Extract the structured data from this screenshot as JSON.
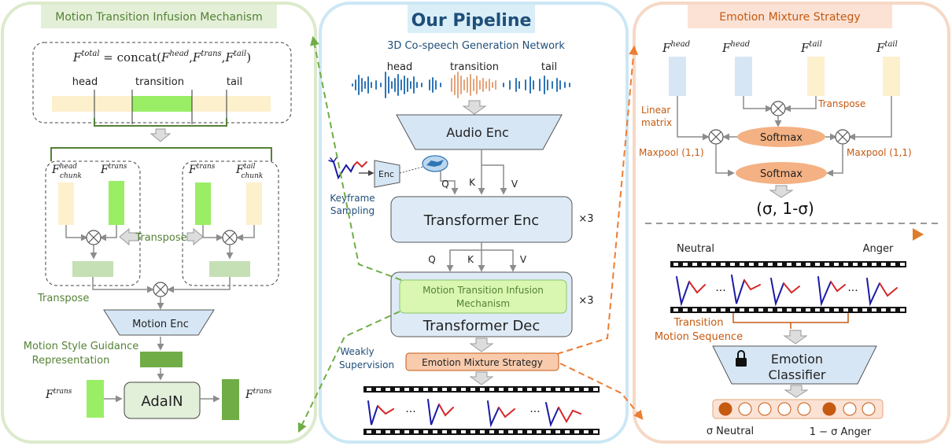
{
  "left_panel": {
    "title": "Motion Transition Infusion Mechanism",
    "equation": "F^total = concat(F^head, F^trans, F^tail)",
    "segments": [
      "head",
      "transition",
      "tail"
    ],
    "chunk_left": {
      "a": "F^head_chunk",
      "b": "F^trans"
    },
    "chunk_right": {
      "a": "F^trans",
      "b": "F^tail_chunk"
    },
    "transpose_mid": "Transpose",
    "transpose_low": "Transpose",
    "motion_enc": "Motion Enc",
    "style_guidance": [
      "Motion Style Guidance",
      "Representation"
    ],
    "adain": "AdaIN",
    "ftrans_in": "F^trans",
    "ftrans_out": "F^trans"
  },
  "center_panel": {
    "title": "Our Pipeline",
    "subtitle": "3D Co-speech Generation Network",
    "audio_labels": [
      "head",
      "transition",
      "tail"
    ],
    "audio_enc": "Audio Enc",
    "enc": "Enc",
    "keyframe": [
      "Keyframe",
      "Sampling"
    ],
    "qkv_top": [
      "Q",
      "K",
      "V"
    ],
    "transformer_enc": "Transformer Enc",
    "times_enc": "×3",
    "qkv_bottom": [
      "Q",
      "K",
      "V"
    ],
    "mtim_inner": [
      "Motion Transition Infusion",
      "Mechanism"
    ],
    "transformer_dec": "Transformer Dec",
    "times_dec": "×3",
    "weakly": [
      "Weakly",
      "Supervision"
    ],
    "ems": "Emotion Mixture Strategy",
    "ellipsis": [
      "...",
      "..."
    ]
  },
  "right_panel": {
    "title": "Emotion Mixture Strategy",
    "features": [
      "F^head",
      "F^head",
      "F^tail",
      "F^tail"
    ],
    "linear_matrix": [
      "Linear",
      "matrix"
    ],
    "transpose": "Transpose",
    "softmax_1": "Softmax",
    "softmax_2": "Softmax",
    "maxpool_left": "Maxpool (1,1)",
    "maxpool_right": "Maxpool (1,1)",
    "sigma_out": "(σ, 1-σ)",
    "neutral": "Neutral",
    "anger": "Anger",
    "ellipsis": [
      "...",
      "..."
    ],
    "transition_seq": [
      "Transition",
      "Motion Sequence"
    ],
    "classifier": [
      "Emotion",
      "Classifier"
    ],
    "sigma_neutral": "σ Neutral",
    "anger_out": "1 − σ Anger"
  },
  "colors": {
    "green_panel": "#dceacb",
    "blue_panel": "#cce7f5",
    "orange_panel": "#f6d8c6",
    "green_fill": "#99ee66",
    "yellow_fill": "#fdf0cc",
    "blue_fill": "#d6e6f5",
    "orange_fill": "#f4b183",
    "dark_green_fill": "#8cc46a",
    "accent_green": "#548235",
    "accent_orange": "#c55a11",
    "accent_blue": "#1f4e79"
  }
}
